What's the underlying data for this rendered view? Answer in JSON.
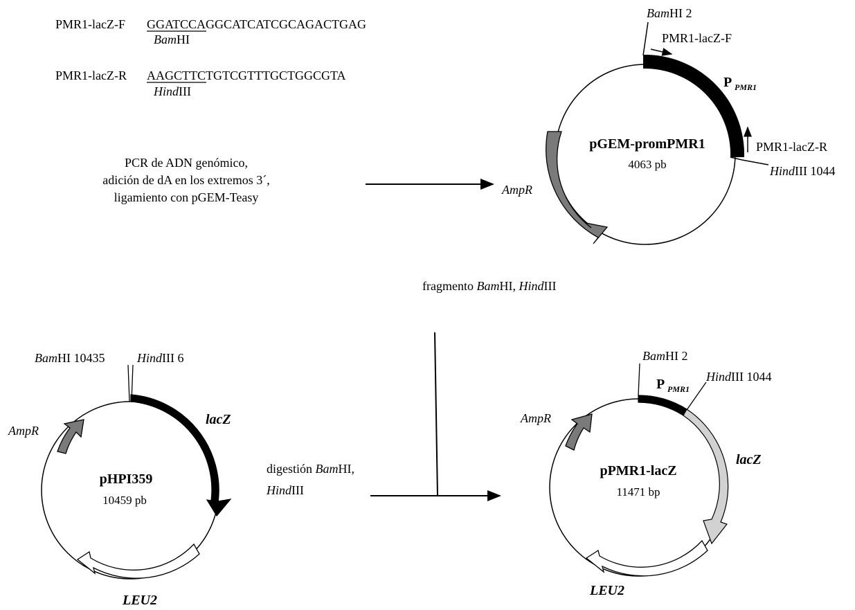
{
  "primers": {
    "forward": {
      "name": "PMR1-lacZ-F",
      "site_seq": "GGATCC",
      "rest_seq": "AGGCATCATCGCAGACTGAG",
      "enzyme_italic": "Bam",
      "enzyme_roman": "HI"
    },
    "reverse": {
      "name": "PMR1-lacZ-R",
      "site_seq": "AAGCTT",
      "rest_seq": "CTGTCGTTTGCTGGCGTA",
      "enzyme_italic": "Hind",
      "enzyme_roman": "III"
    }
  },
  "step1": {
    "lines": [
      "PCR de ADN genómico,",
      "adición de dA en los extremos 3´,",
      "ligamiento con pGEM-Teasy"
    ]
  },
  "step2": {
    "prefix": "fragmento ",
    "enzyme1_italic": "Bam",
    "enzyme1_roman": "HI, ",
    "enzyme2_italic": "Hind",
    "enzyme2_roman": "III"
  },
  "step3": {
    "line1_prefix": "digestión ",
    "line1_italic": "Bam",
    "line1_roman": "HI,",
    "line2_italic": "Hind",
    "line2_roman": "III"
  },
  "plasmids": {
    "pgem": {
      "name": "pGEM-promPMR1",
      "size": "4063 pb",
      "bamhi_italic": "Bam",
      "bamhi_roman": "HI 2",
      "hindiii_italic": "Hind",
      "hindiii_roman": "III 1044",
      "primer_f": "PMR1-lacZ-F",
      "primer_r": "PMR1-lacZ-R",
      "promoter_p": "P",
      "promoter_sub": "PMR1",
      "ampr": "AmpR"
    },
    "phpi": {
      "name": "pHPI359",
      "size": "10459 pb",
      "bamhi_italic": "Bam",
      "bamhi_roman": "HI 10435",
      "hindiii_italic": "Hind",
      "hindiii_roman": "III 6",
      "lacz": "lacZ",
      "ampr": "AmpR",
      "leu2": "LEU2"
    },
    "ppmr": {
      "name": "pPMR1-lacZ",
      "size": "11471 bp",
      "bamhi_italic": "Bam",
      "bamhi_roman": "HI 2",
      "hindiii_italic": "Hind",
      "hindiii_roman": "III 1044",
      "promoter_p": "P",
      "promoter_sub": "PMR1",
      "lacz": "lacZ",
      "ampr": "AmpR",
      "leu2": "LEU2"
    }
  },
  "colors": {
    "line": "#000000",
    "promoter_fill": "#000000",
    "ampr_fill": "#7a7a7a",
    "lacz_fill_final": "#d2d2d2",
    "leu2_fill": "#ffffff"
  }
}
